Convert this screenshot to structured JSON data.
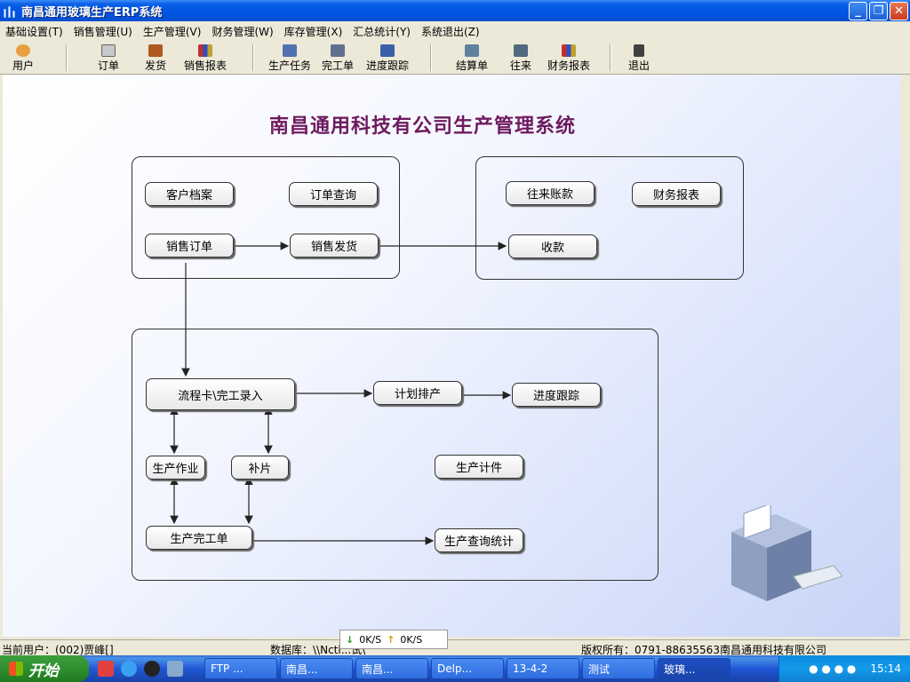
{
  "window": {
    "title": "南昌通用玻璃生产ERP系统"
  },
  "menu": [
    "基础设置(T)",
    "销售管理(U)",
    "生产管理(V)",
    "财务管理(W)",
    "库存管理(X)",
    "汇总统计(Y)",
    "系统退出(Z)"
  ],
  "toolbar": {
    "user": "用户",
    "order": "订单",
    "delivery": "发货",
    "sales_report": "销售报表",
    "production_task": "生产任务",
    "completion": "完工单",
    "progress": "进度跟踪",
    "settlement": "结算单",
    "dealings": "往来",
    "finance_report": "财务报表",
    "exit": "退出"
  },
  "main": {
    "title": "南昌通用科技有公司生产管理系统",
    "nodes": {
      "customer_file": "客户档案",
      "order_query": "订单查询",
      "sales_order": "销售订单",
      "sales_delivery": "销售发货",
      "account_ledger": "往来账款",
      "finance_report": "财务报表",
      "receipt": "收款",
      "flow_card": "流程卡\\完工录入",
      "plan_schedule": "计划排产",
      "progress_track": "进度跟踪",
      "production_work": "生产作业",
      "patch": "补片",
      "piece_count": "生产计件",
      "completion_order": "生产完工单",
      "production_query": "生产查询统计"
    }
  },
  "status": {
    "user": "当前用户：(002)贾峰[]",
    "database": "数据库：\\\\Nctl...试\\",
    "copyright": "版权所有：0791-88635563南昌通用科技有限公司",
    "down_speed": "0K/S",
    "up_speed": "0K/S"
  },
  "taskbar": {
    "start": "开始",
    "tasks": [
      "FTP ...",
      "南昌...",
      "南昌...",
      "Delp...",
      "13-4-2",
      "测试",
      "玻璃..."
    ],
    "clock": "15:14"
  },
  "colors": {
    "title_accent": "#6e1a5e",
    "titlebar": "#0054e3"
  }
}
